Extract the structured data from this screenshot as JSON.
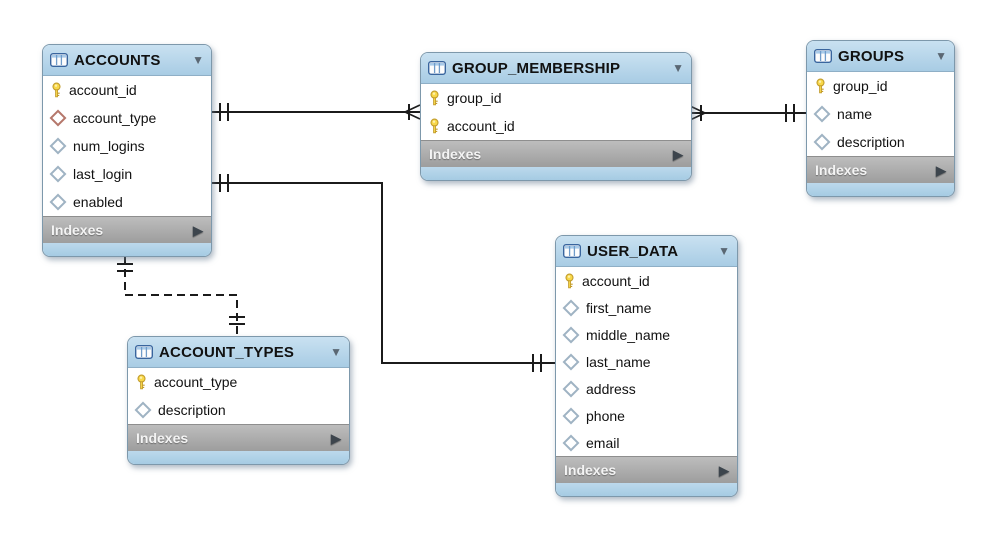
{
  "diagram": {
    "labels": {
      "indexes": "Indexes"
    },
    "colors": {
      "header_blue": "#b3d4ea",
      "footer_blue": "#aed2e8",
      "indexes_gray": "#a9a9a9",
      "card_border": "#7d98ab",
      "relationship_line": "#1b1b1b",
      "primary_key_yellow": "#f8d84a",
      "fk_diamond_outline": "#b5776b",
      "column_diamond_outline": "#9fb3c3"
    },
    "tables": {
      "accounts": {
        "title": "ACCOUNTS",
        "columns": [
          {
            "name": "account_id",
            "icon": "primary-key-icon"
          },
          {
            "name": "account_type",
            "icon": "foreign-key-diamond-icon"
          },
          {
            "name": "num_logins",
            "icon": "column-diamond-icon"
          },
          {
            "name": "last_login",
            "icon": "column-diamond-icon"
          },
          {
            "name": "enabled",
            "icon": "column-diamond-icon"
          }
        ]
      },
      "group_membership": {
        "title": "GROUP_MEMBERSHIP",
        "columns": [
          {
            "name": "group_id",
            "icon": "primary-key-icon"
          },
          {
            "name": "account_id",
            "icon": "primary-key-icon"
          }
        ]
      },
      "groups": {
        "title": "GROUPS",
        "columns": [
          {
            "name": "group_id",
            "icon": "primary-key-icon"
          },
          {
            "name": "name",
            "icon": "column-diamond-icon"
          },
          {
            "name": "description",
            "icon": "column-diamond-icon"
          }
        ]
      },
      "account_types": {
        "title": "ACCOUNT_TYPES",
        "columns": [
          {
            "name": "account_type",
            "icon": "primary-key-icon"
          },
          {
            "name": "description",
            "icon": "column-diamond-icon"
          }
        ]
      },
      "user_data": {
        "title": "USER_DATA",
        "columns": [
          {
            "name": "account_id",
            "icon": "primary-key-icon"
          },
          {
            "name": "first_name",
            "icon": "column-diamond-icon"
          },
          {
            "name": "middle_name",
            "icon": "column-diamond-icon"
          },
          {
            "name": "last_name",
            "icon": "column-diamond-icon"
          },
          {
            "name": "address",
            "icon": "column-diamond-icon"
          },
          {
            "name": "phone",
            "icon": "column-diamond-icon"
          },
          {
            "name": "email",
            "icon": "column-diamond-icon"
          }
        ]
      }
    },
    "relationships": [
      {
        "from": "ACCOUNTS",
        "to": "GROUP_MEMBERSHIP",
        "from_cardinality": "one-mandatory",
        "to_cardinality": "one-or-many-mandatory",
        "style": "solid"
      },
      {
        "from": "GROUP_MEMBERSHIP",
        "to": "GROUPS",
        "from_cardinality": "one-or-many-mandatory",
        "to_cardinality": "one-mandatory",
        "style": "solid"
      },
      {
        "from": "ACCOUNTS",
        "to": "USER_DATA",
        "from_cardinality": "one-mandatory",
        "to_cardinality": "one-mandatory",
        "style": "solid"
      },
      {
        "from": "ACCOUNTS",
        "to": "ACCOUNT_TYPES",
        "from_cardinality": "one-mandatory",
        "to_cardinality": "one-mandatory",
        "style": "dashed"
      }
    ]
  }
}
